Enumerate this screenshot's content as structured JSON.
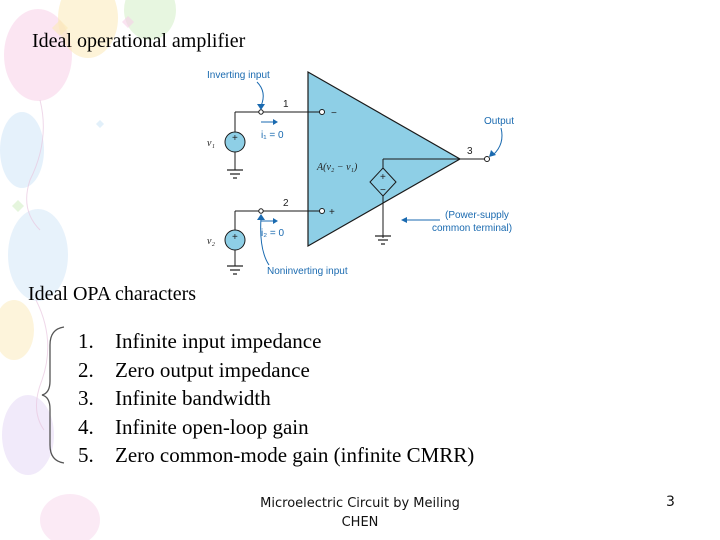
{
  "slide": {
    "title": "Ideal operational amplifier",
    "subtitle": "Ideal OPA characters",
    "characteristics": [
      {
        "num": "1.",
        "text": "Infinite input impedance"
      },
      {
        "num": "2.",
        "text": "Zero output impedance"
      },
      {
        "num": "3.",
        "text": "Infinite bandwidth"
      },
      {
        "num": "4.",
        "text": "Infinite open-loop gain"
      },
      {
        "num": "5.",
        "text": "Zero common-mode gain (infinite CMRR)"
      }
    ],
    "footer_line1": "Microelectric Circuit by Meiling",
    "footer_line2": "CHEN",
    "page_number": "3"
  },
  "circuit": {
    "inverting_input": "Inverting input",
    "noninverting_input": "Noninverting input",
    "output": "Output",
    "power_supply_line1": "(Power-supply",
    "power_supply_line2": "common terminal)",
    "node_1": "1",
    "node_2": "2",
    "node_3": "3",
    "minus_sign": "−",
    "plus_sign": "+",
    "gain_expr": "A(v₂ − v₁)",
    "i1": "i₁ = 0",
    "i2": "i₂ = 0",
    "v1": "v₁",
    "v2": "v₂",
    "src_plus": "+",
    "src_minus": "−"
  },
  "colors": {
    "opamp_fill": "#8ecfe6",
    "label_blue": "#1a6ab0",
    "decoration": [
      "#f7d0e8",
      "#fbeab8",
      "#d4efc6",
      "#cfe6f7",
      "#e6d8f5"
    ]
  }
}
